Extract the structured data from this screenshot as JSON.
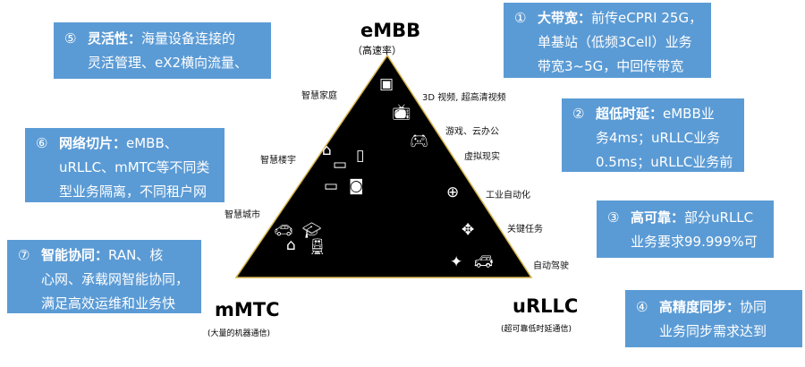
{
  "apexes": {
    "embb": {
      "title": "eMBB",
      "subtitle": "（高速率）"
    },
    "mmtc": {
      "title": "mMTC",
      "subtitle": "(大量的机器通信)"
    },
    "urllc": {
      "title": "uRLLC",
      "subtitle": "(超可靠低时延通信)"
    }
  },
  "scenarios": {
    "smart_home": "智慧家庭",
    "video": "3D 视频, 超高清视频",
    "gaming": "游戏、云办公",
    "vr": "虚拟现实",
    "smart_building": "智慧楼宇",
    "smart_city": "智慧城市",
    "industrial": "工业自动化",
    "mission_critical": "关键任务",
    "autonomous": "自动驾驶"
  },
  "boxes": [
    {
      "num": "①",
      "title": "大带宽：",
      "lines": [
        "前传eCPRI 25G，",
        "单基站（低频3Cell）业务",
        "带宽3~5G，中回传带宽"
      ]
    },
    {
      "num": "②",
      "title": "超低时延：",
      "lines": [
        "eMBB业",
        "务4ms；uRLLC业务",
        "0.5ms；uRLLC业务前"
      ]
    },
    {
      "num": "③",
      "title": "高可靠：",
      "lines": [
        "部分uRLLC",
        "业务要求99.999%可"
      ]
    },
    {
      "num": "④",
      "title": "高精度同步：",
      "lines": [
        "协同",
        "业务同步需求达到"
      ]
    },
    {
      "num": "⑤",
      "title": "灵活性：",
      "lines": [
        "海量设备连接的",
        "灵活管理、eX2横向流量、"
      ]
    },
    {
      "num": "⑥",
      "title": "网络切片：",
      "lines": [
        "eMBB、",
        "uRLLC、mMTC等不同类",
        "型业务隔离，不同租户网"
      ]
    },
    {
      "num": "⑦",
      "title": "智能协同：",
      "lines": [
        "RAN、核",
        "心网、承载网智能协同，",
        "满足高效运维和业务快"
      ]
    }
  ],
  "colors": {
    "box": "#5b9bd5",
    "triangle": "#000000",
    "edge": "#d4b24a"
  }
}
